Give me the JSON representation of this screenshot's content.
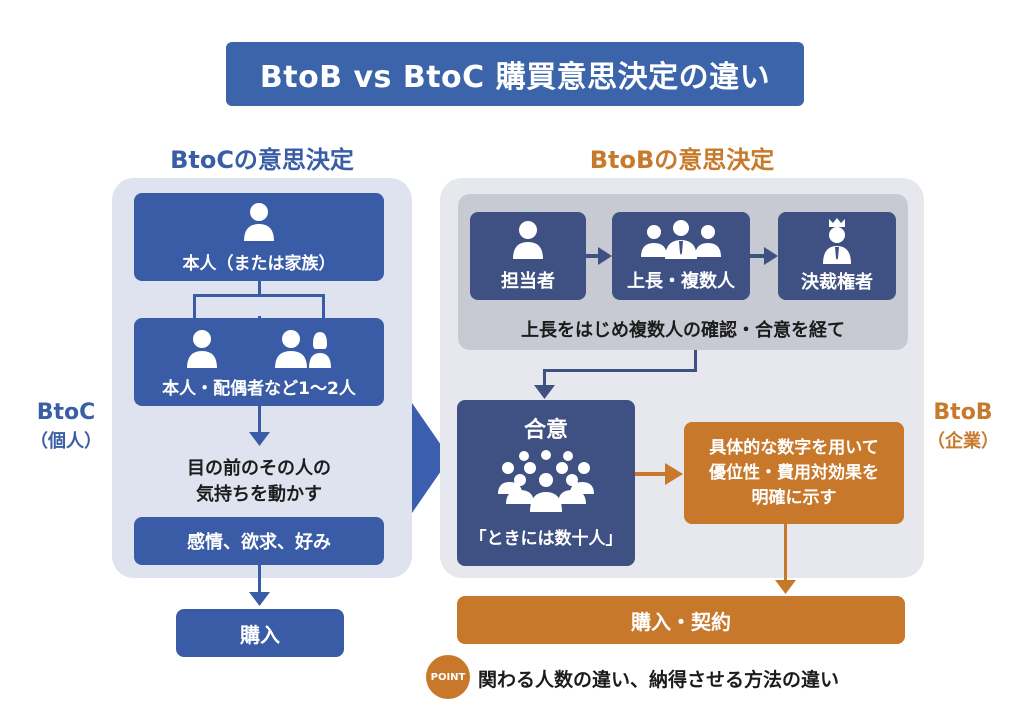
{
  "title": "BtoB vs BtoC 購買意思決定の違い",
  "colors": {
    "btoc_blue": "#3a5ca7",
    "btob_navy": "#3e5182",
    "btob_orange": "#c8782a",
    "panel_left": "#dfe2ef",
    "panel_right": "#e6e8ee"
  },
  "btoc": {
    "section_title": "BtoCの意思決定",
    "side_label": "BtoC",
    "side_sub": "（個人）",
    "nodes": {
      "person": "本人（または家族）",
      "couple": "本人・配偶者など1〜2人",
      "message_line1": "目の前のその人の",
      "message_line2": "気持ちを動かす",
      "factors": "感情、欲求、好み",
      "purchase": "購入"
    },
    "icons": [
      "person-icon",
      "person-icon",
      "couple-icon"
    ]
  },
  "btob": {
    "section_title": "BtoBの意思決定",
    "side_label": "BtoB",
    "side_sub": "（企業）",
    "chain": [
      {
        "label": "担当者",
        "icon": "person-icon"
      },
      {
        "label": "上長・複数人",
        "icon": "group-icon"
      },
      {
        "label": "決裁権者",
        "icon": "crowned-person-icon"
      }
    ],
    "chain_caption": "上長をはじめ複数人の確認・合意を経て",
    "consensus_title": "合意",
    "consensus_sub": "「ときには数十人」",
    "evidence_line1": "具体的な数字を用いて",
    "evidence_line2": "優位性・費用対効果を",
    "evidence_line3": "明確に示す",
    "purchase": "購入・契約"
  },
  "point": {
    "badge": "POINT",
    "text": "関わる人数の違い、納得させる方法の違い"
  }
}
